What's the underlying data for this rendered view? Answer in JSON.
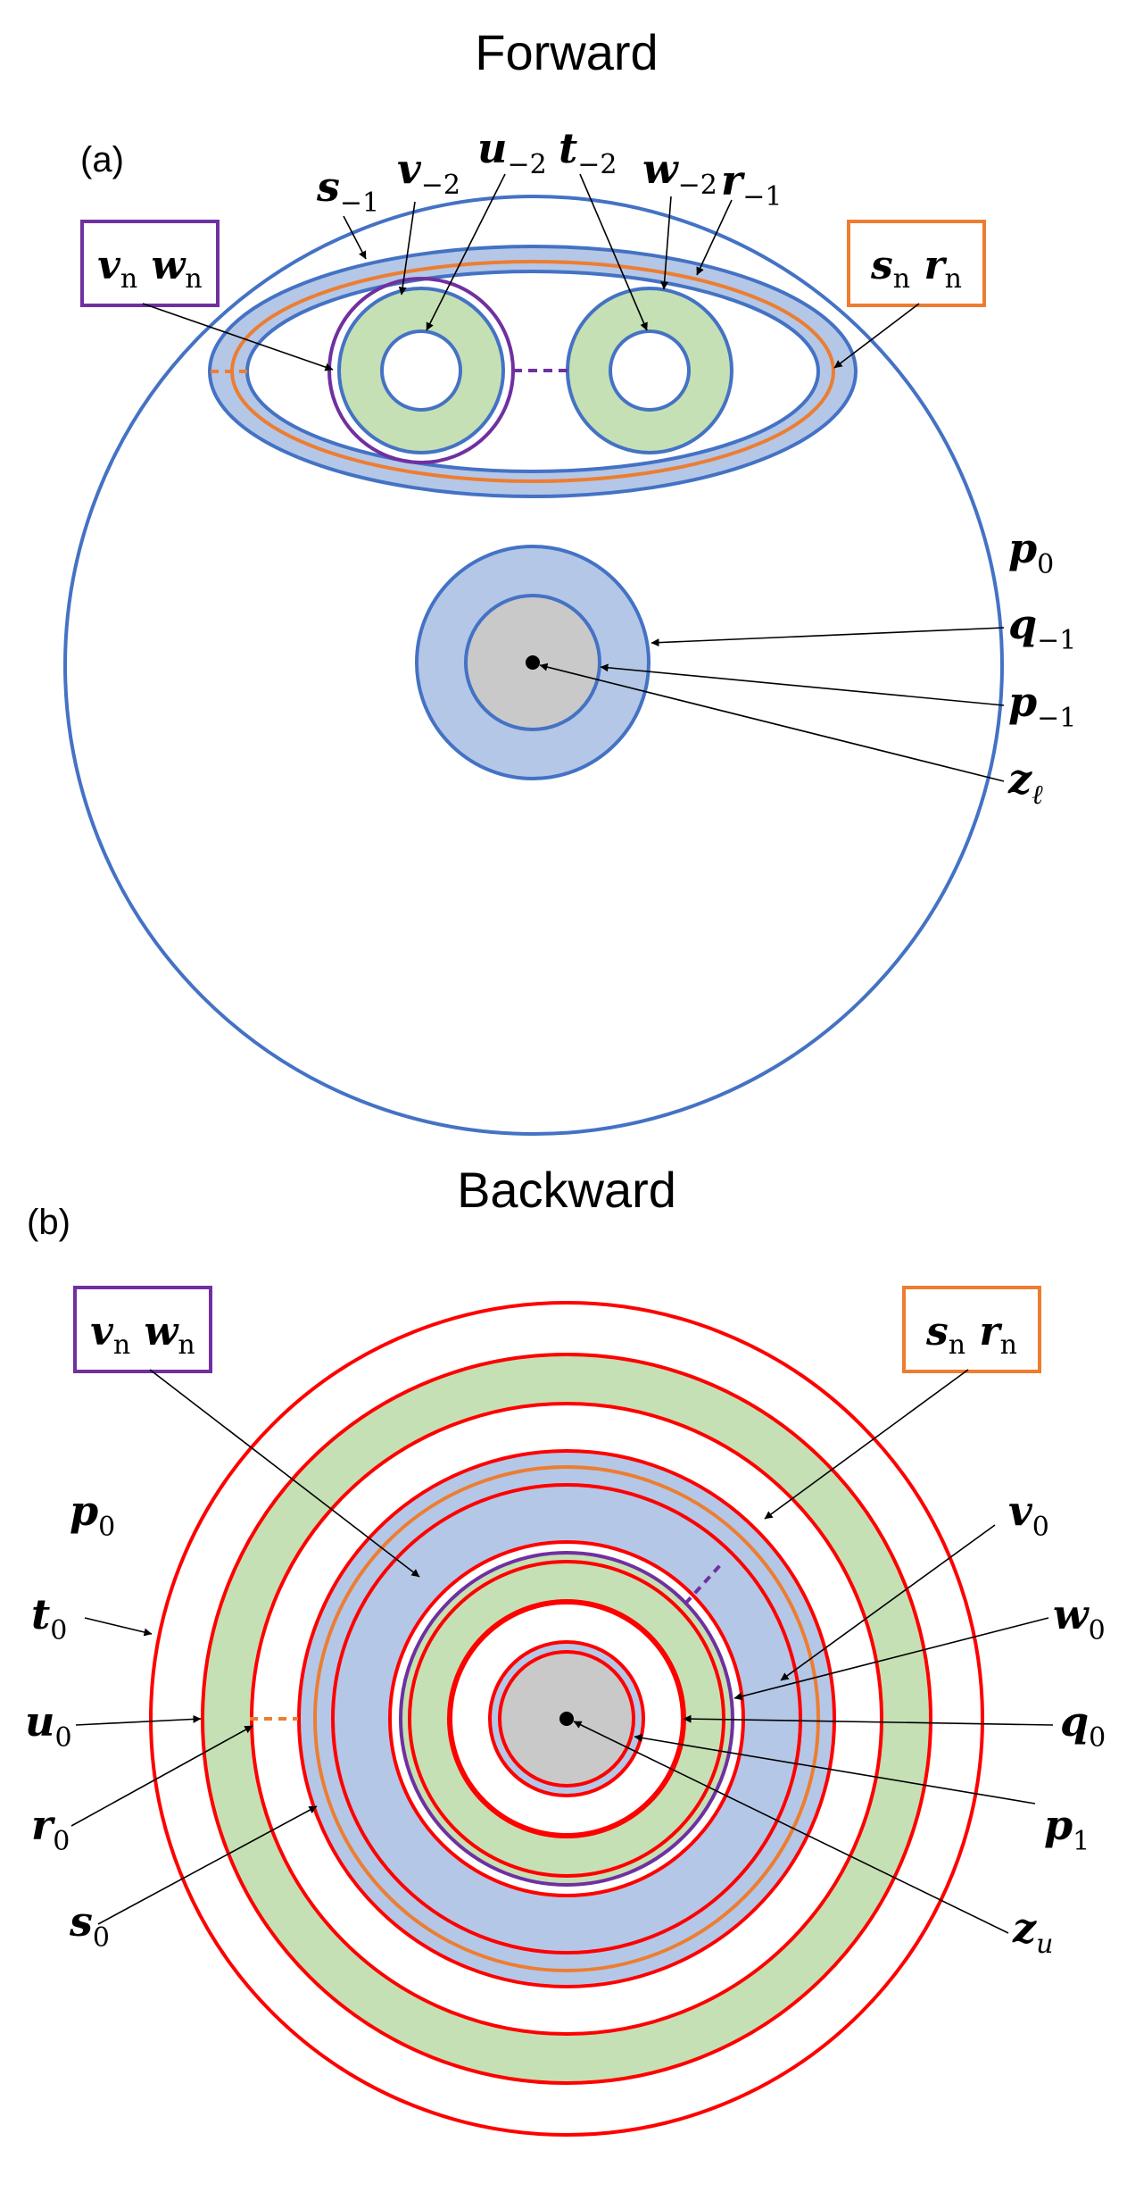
{
  "panel_a": {
    "title": "Forward",
    "tag": "(a)",
    "box_left": {
      "main1": "v",
      "sub1": "n",
      "main2": "w",
      "sub2": "n"
    },
    "box_right": {
      "main1": "s",
      "sub1": "n",
      "main2": "r",
      "sub2": "n"
    },
    "labels": {
      "s_m1": {
        "main": "s",
        "sub": "−1"
      },
      "v_m2": {
        "main": "v",
        "sub": "−2"
      },
      "u_m2": {
        "main": "u",
        "sub": "−2"
      },
      "t_m2": {
        "main": "t",
        "sub": "−2"
      },
      "w_m2": {
        "main": "w",
        "sub": "−2"
      },
      "r_m1": {
        "main": "r",
        "sub": "−1"
      },
      "p_0": {
        "main": "p",
        "sub": "0"
      },
      "q_m1": {
        "main": "q",
        "sub": "−1"
      },
      "p_m1": {
        "main": "p",
        "sub": "−1"
      },
      "z_l": {
        "main": "z",
        "sub": "ℓ"
      }
    }
  },
  "panel_b": {
    "title": "Backward",
    "tag": "(b)",
    "box_left": {
      "main1": "v",
      "sub1": "n",
      "main2": "w",
      "sub2": "n"
    },
    "box_right": {
      "main1": "s",
      "sub1": "n",
      "main2": "r",
      "sub2": "n"
    },
    "labels": {
      "p_0": {
        "main": "p",
        "sub": "0"
      },
      "t_0": {
        "main": "t",
        "sub": "0"
      },
      "u_0": {
        "main": "u",
        "sub": "0"
      },
      "r_0": {
        "main": "r",
        "sub": "0"
      },
      "s_0": {
        "main": "s",
        "sub": "0"
      },
      "v_0": {
        "main": "v",
        "sub": "0"
      },
      "w_0": {
        "main": "w",
        "sub": "0"
      },
      "q_0": {
        "main": "q",
        "sub": "0"
      },
      "p_1": {
        "main": "p",
        "sub": "1"
      },
      "z_u": {
        "main": "z",
        "sub": "u"
      }
    }
  },
  "colors": {
    "blue_line": "#4472C4",
    "blue_fill": "#B4C7E7",
    "green_fill": "#C5E0B4",
    "grey_fill": "#C9C9C9",
    "orange": "#ED7D31",
    "purple": "#7030A0",
    "red": "#FF0000"
  }
}
